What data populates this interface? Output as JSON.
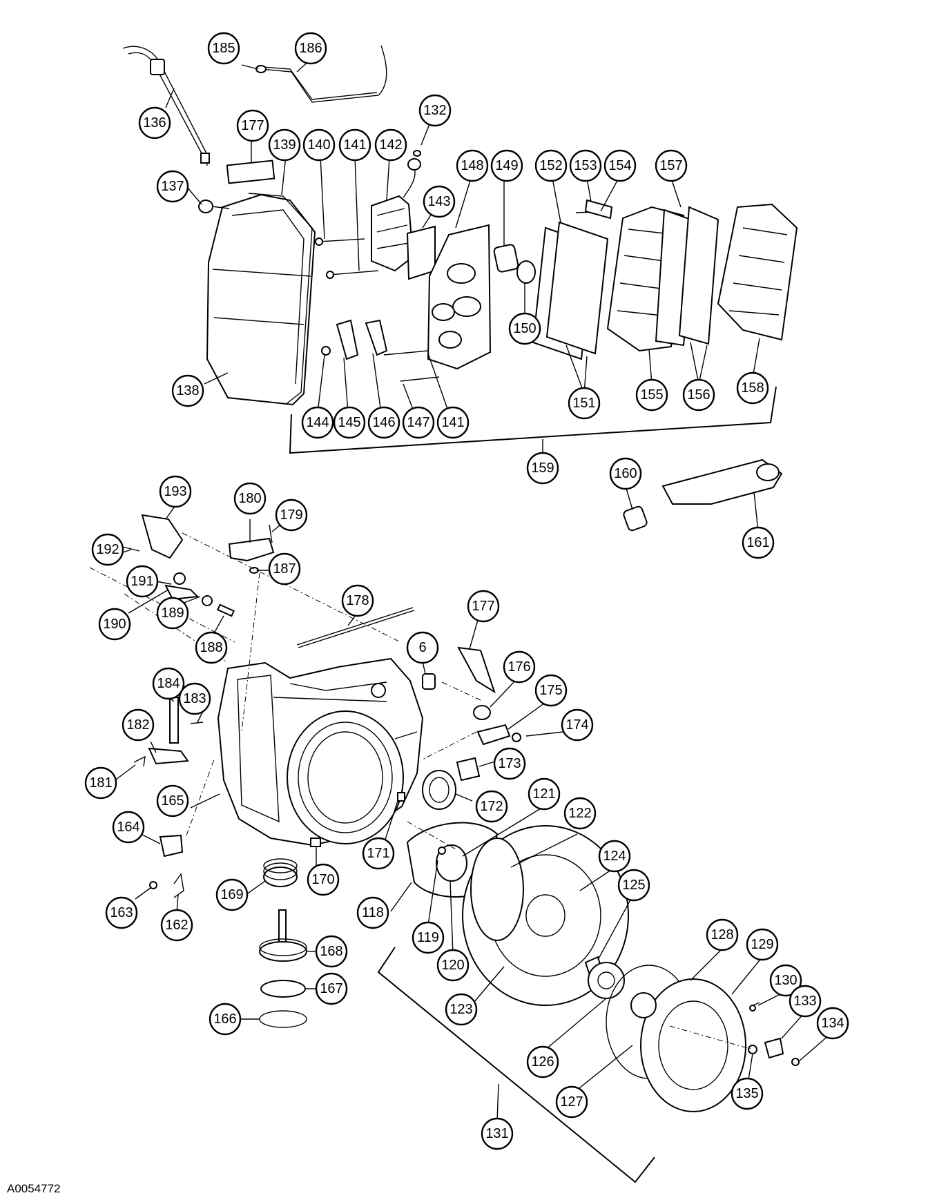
{
  "figure_id": "A0054772",
  "callouts": [
    "185",
    "186",
    "136",
    "177",
    "139",
    "140",
    "141",
    "142",
    "132",
    "137",
    "148",
    "149",
    "152",
    "153",
    "154",
    "157",
    "143",
    "150",
    "138",
    "144",
    "145",
    "146",
    "147",
    "141",
    "151",
    "155",
    "156",
    "158",
    "159",
    "160",
    "161",
    "193",
    "180",
    "179",
    "192",
    "187",
    "191",
    "178",
    "177",
    "190",
    "189",
    "188",
    "6",
    "176",
    "175",
    "184",
    "183",
    "174",
    "182",
    "181",
    "173",
    "165",
    "172",
    "121",
    "122",
    "164",
    "171",
    "170",
    "124",
    "118",
    "125",
    "169",
    "163",
    "162",
    "119",
    "120",
    "128",
    "129",
    "168",
    "130",
    "133",
    "123",
    "167",
    "134",
    "166",
    "126",
    "135",
    "127",
    "131"
  ]
}
